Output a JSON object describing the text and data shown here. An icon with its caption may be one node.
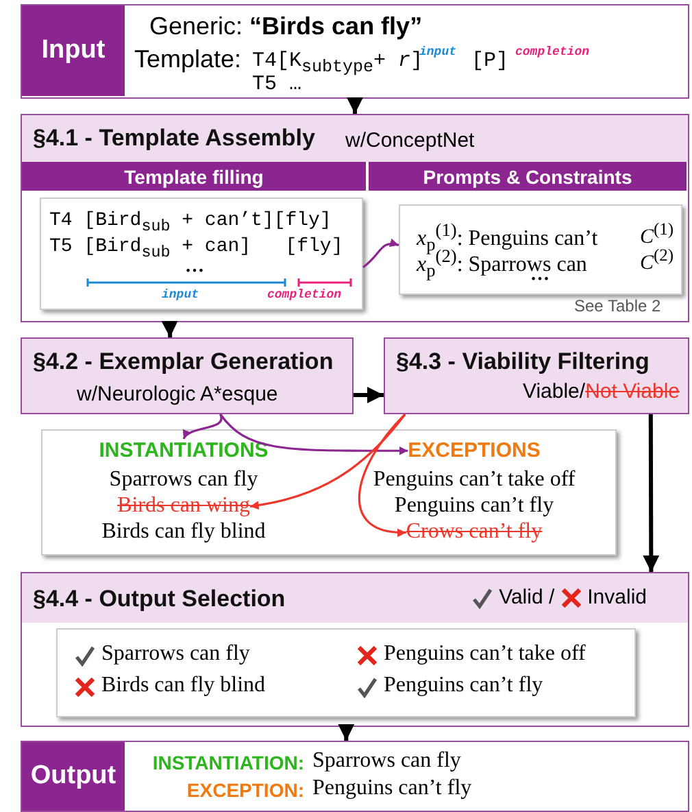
{
  "diagram": {
    "nodes": [
      {
        "text": [
          "Input",
          "Generic: **“Birds can fly”**",
          "Template:",
          "T4[K$_{subtype}$+ *r*]",
          "input",
          "[P]",
          "completion",
          "T5 …"
        ]
      },
      {
        "text": [
          "§4.1 - Template Assembly",
          "w/ConceptNet",
          "See Table 2"
        ]
      },
      {
        "text": [
          "Template filling"
        ],
        "in": 1
      },
      {
        "text": [
          "T4 [Bird$_{sub}$ + can’t][fly]",
          "T5 [Bird$_{sub}$ + can]   [fly]",
          "…",
          "input",
          "completion"
        ],
        "in": 1
      },
      {
        "text": [
          "Prompts & Constraints"
        ],
        "in": 1
      },
      {
        "text": [
          "*x*$_{p}$$^{(1)}$: Penguins can’t",
          "*C*$^{(1)}$",
          "*x*$_{p}$$^{(2)}$: Sparrows can",
          "*C*$^{(2)}$",
          "…"
        ],
        "in": 1
      },
      {
        "text": [
          "§4.2 - Exemplar Generation",
          "w/Neurologic A*esque"
        ]
      },
      {
        "text": [
          "§4.3 - Viability Filtering",
          "Viable/",
          "Not Viable"
        ]
      },
      {
        "text": [],
        "shape": "box"
      },
      {
        "text": [
          "INSTANTIATIONS"
        ],
        "in": 8
      },
      {
        "text": [
          "Sparrows can fly"
        ],
        "in": 8
      },
      {
        "text": [
          "Birds can wing"
        ],
        "in": 8
      },
      {
        "text": [
          "Birds can fly blind"
        ],
        "in": 8
      },
      {
        "text": [
          "EXCEPTIONS"
        ],
        "in": 8
      },
      {
        "text": [
          "Penguins can’t take off"
        ],
        "in": 8
      },
      {
        "text": [
          "Penguins can’t fly"
        ],
        "in": 8
      },
      {
        "text": [
          "Crows can’t fly"
        ],
        "in": 8
      },
      {
        "text": [
          "§4.4 - Output Selection",
          "Valid /",
          "Invalid"
        ]
      },
      {
        "text": [
          "Sparrows can fly",
          "Penguins can’t take off",
          "Birds can fly blind",
          "Penguins can’t fly"
        ],
        "in": 17
      },
      {
        "text": [
          "Output",
          "INSTANTIATION:",
          "Sparrows can fly",
          "EXCEPTION:",
          "Penguins can’t fly"
        ]
      }
    ],
    "edges": [
      {
        "from": 0,
        "to": 1,
        "arrow": "to"
      },
      {
        "from": 3,
        "to": 5,
        "arrow": "to",
        "color": "#8b2590"
      },
      {
        "from": 1,
        "to": 6,
        "arrow": "to"
      },
      {
        "from": 6,
        "to": 7,
        "arrow": "to"
      },
      {
        "from": 6,
        "to": 9,
        "arrow": "to",
        "color": "#8b2590"
      },
      {
        "from": 6,
        "to": 13,
        "arrow": "to",
        "color": "#8b2590"
      },
      {
        "from": 7,
        "to": 11,
        "arrow": "to",
        "color": "#f0362a"
      },
      {
        "from": 7,
        "to": 16,
        "arrow": "to",
        "color": "#f0362a"
      },
      {
        "from": 7,
        "to": 17,
        "arrow": "to"
      },
      {
        "from": 17,
        "to": 19,
        "arrow": "to"
      }
    ]
  }
}
